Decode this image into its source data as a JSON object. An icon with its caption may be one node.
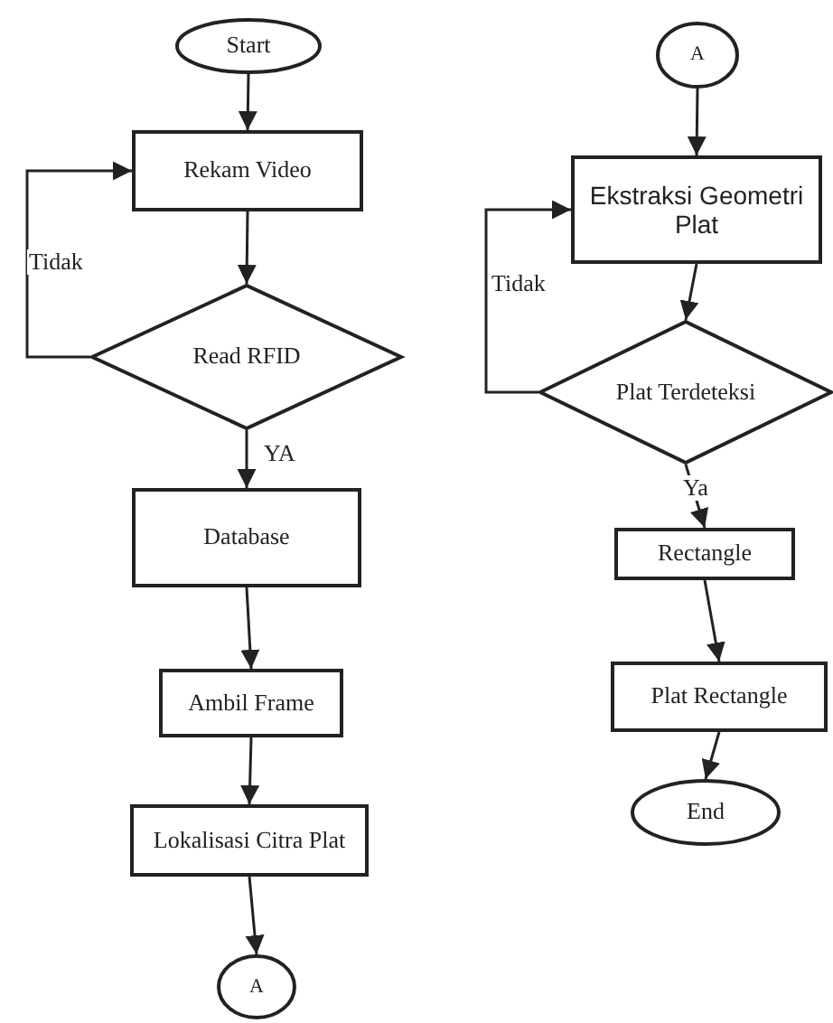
{
  "diagram": {
    "nodes": [
      {
        "text": [
          "Start"
        ]
      },
      {
        "text": [
          "Rekam Video"
        ]
      },
      {
        "text": [
          "Read RFID"
        ]
      },
      {
        "text": [
          "Database"
        ]
      },
      {
        "text": [
          "Ambil Frame"
        ]
      },
      {
        "text": [
          "Lokalisasi Citra Plat"
        ]
      },
      {
        "text": [
          "A"
        ]
      },
      {
        "text": [
          "A"
        ]
      },
      {
        "text": [
          "Ekstraksi Geometri Plat"
        ]
      },
      {
        "text": [
          "Plat Terdeteksi"
        ]
      },
      {
        "text": [
          "Rectangle"
        ]
      },
      {
        "text": [
          "Plat Rectangle"
        ]
      },
      {
        "text": [
          "End"
        ]
      }
    ],
    "edges": [
      {
        "from": 0,
        "to": 1,
        "arrow": "to"
      },
      {
        "from": 1,
        "to": 2,
        "arrow": "to"
      },
      {
        "from": 2,
        "to": 1,
        "label": "Tidak",
        "arrow": "to"
      },
      {
        "from": 2,
        "to": 3,
        "label": "YA",
        "arrow": "to"
      },
      {
        "from": 3,
        "to": 4,
        "arrow": "to"
      },
      {
        "from": 4,
        "to": 5,
        "arrow": "to"
      },
      {
        "from": 5,
        "to": 6,
        "arrow": "to"
      },
      {
        "from": 7,
        "to": 8,
        "arrow": "to"
      },
      {
        "from": 8,
        "to": 9,
        "arrow": "to"
      },
      {
        "from": 9,
        "to": 8,
        "label": "Tidak",
        "arrow": "to"
      },
      {
        "from": 9,
        "to": 10,
        "label": "Ya",
        "arrow": "to"
      },
      {
        "from": 10,
        "to": 11,
        "arrow": "to"
      },
      {
        "from": 11,
        "to": 12,
        "arrow": "to"
      }
    ]
  }
}
